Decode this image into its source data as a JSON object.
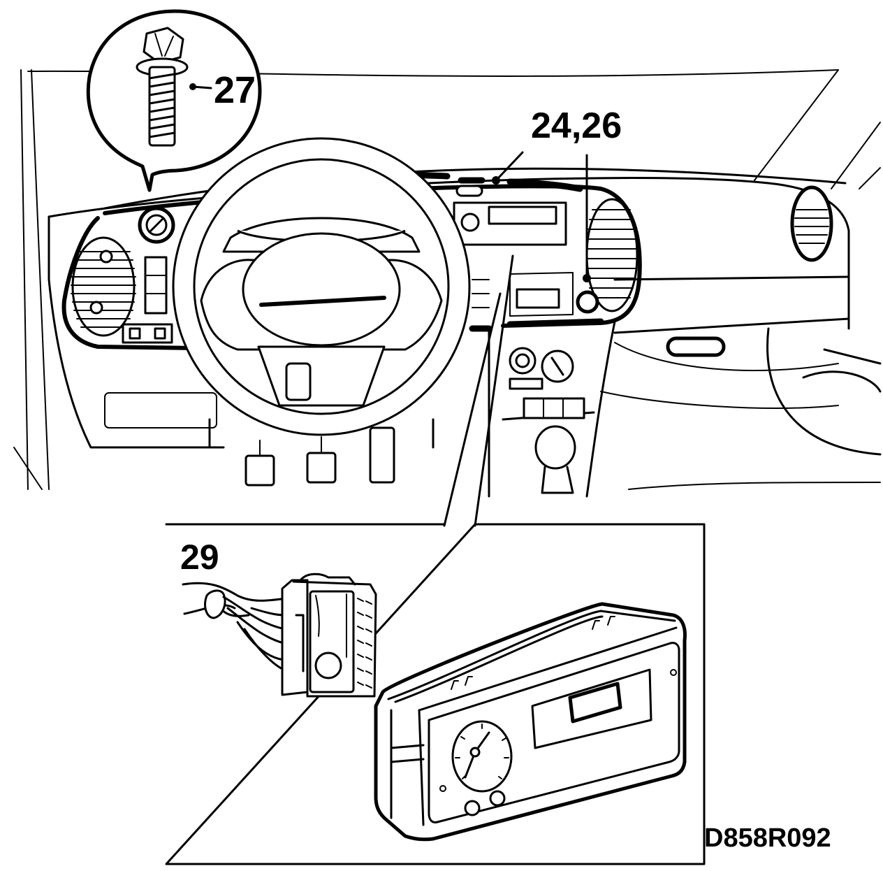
{
  "callouts": {
    "bolt": "27",
    "trim_panel": "24,26",
    "connector": "29"
  },
  "figure_code": "D858R092",
  "colors": {
    "ink": "#000000",
    "paper": "#ffffff"
  }
}
